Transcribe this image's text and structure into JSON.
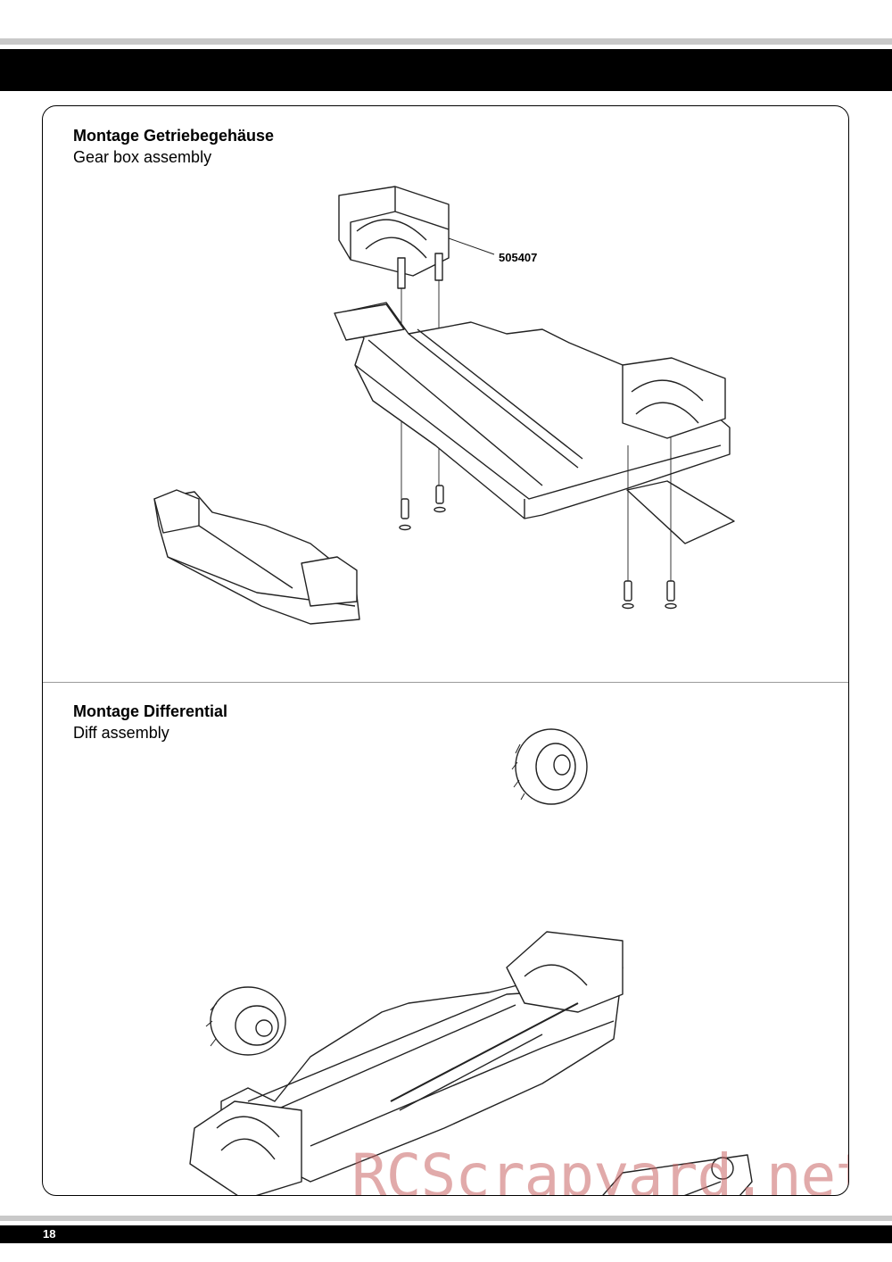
{
  "page": {
    "number": "18",
    "watermark": "RCScrapyard.net"
  },
  "sections": [
    {
      "title_de": "Montage Getriebegehäuse",
      "title_en": "Gear box assembly",
      "part_number": "505407"
    },
    {
      "title_de": "Montage Differential",
      "title_en": "Diff assembly"
    }
  ]
}
